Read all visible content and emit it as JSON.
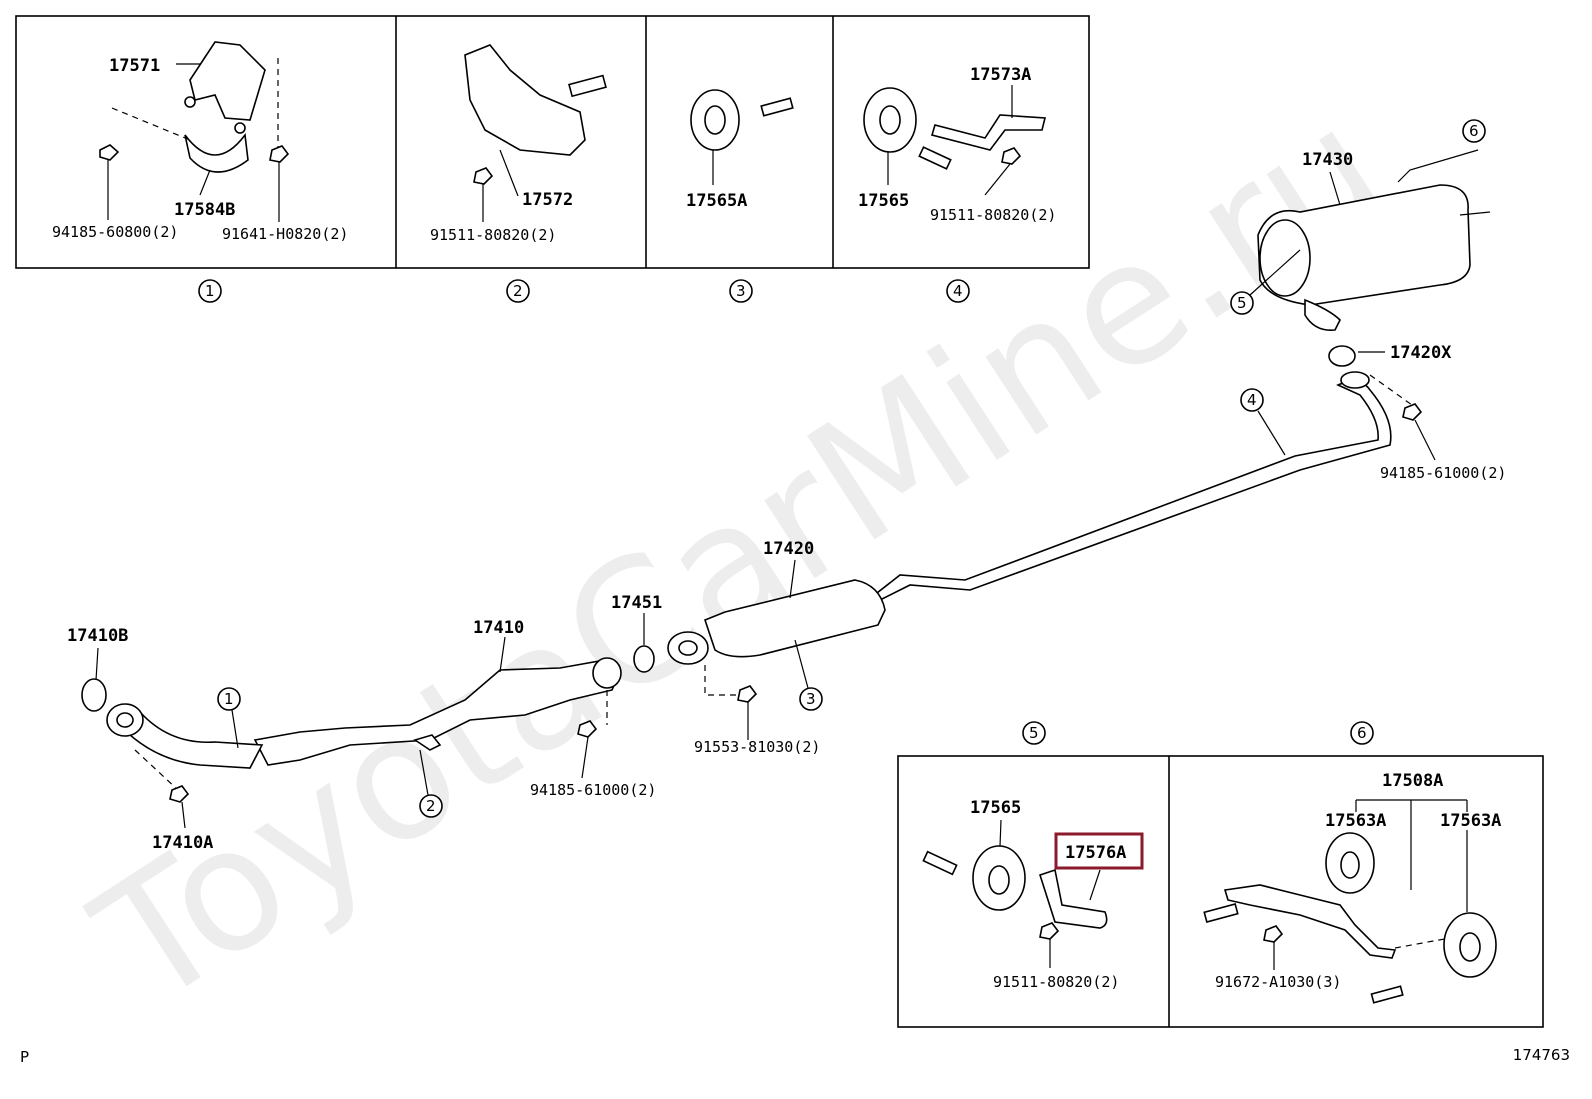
{
  "watermark": "ToyotaCarMine.ru",
  "footer": {
    "left": "P",
    "right": "174763"
  },
  "highlight_color": "#8b1a2b",
  "details": {
    "d1": {
      "no": "1",
      "parts": [
        "17571",
        "17584B",
        "94185-60800(2)",
        "91641-H0820(2)"
      ]
    },
    "d2": {
      "no": "2",
      "parts": [
        "17572",
        "91511-80820(2)"
      ]
    },
    "d3": {
      "no": "3",
      "parts": [
        "17565A"
      ]
    },
    "d4": {
      "no": "4",
      "parts": [
        "17573A",
        "17565",
        "91511-80820(2)"
      ]
    },
    "d5": {
      "no": "5",
      "parts": [
        "17565",
        "17576A",
        "91511-80820(2)"
      ]
    },
    "d6": {
      "no": "6",
      "parts": [
        "17508A",
        "17563A",
        "17563A",
        "91672-A1030(3)"
      ]
    }
  },
  "main": {
    "p17430": "17430",
    "p17420X": "17420X",
    "p94185_61000_a": "94185-61000(2)",
    "p17420": "17420",
    "p17451": "17451",
    "p17410": "17410",
    "p17410B": "17410B",
    "p17410A": "17410A",
    "p91553": "91553-81030(2)",
    "p94185_61000_b": "94185-61000(2)",
    "callouts": [
      "1",
      "2",
      "3",
      "4",
      "5",
      "6"
    ]
  }
}
